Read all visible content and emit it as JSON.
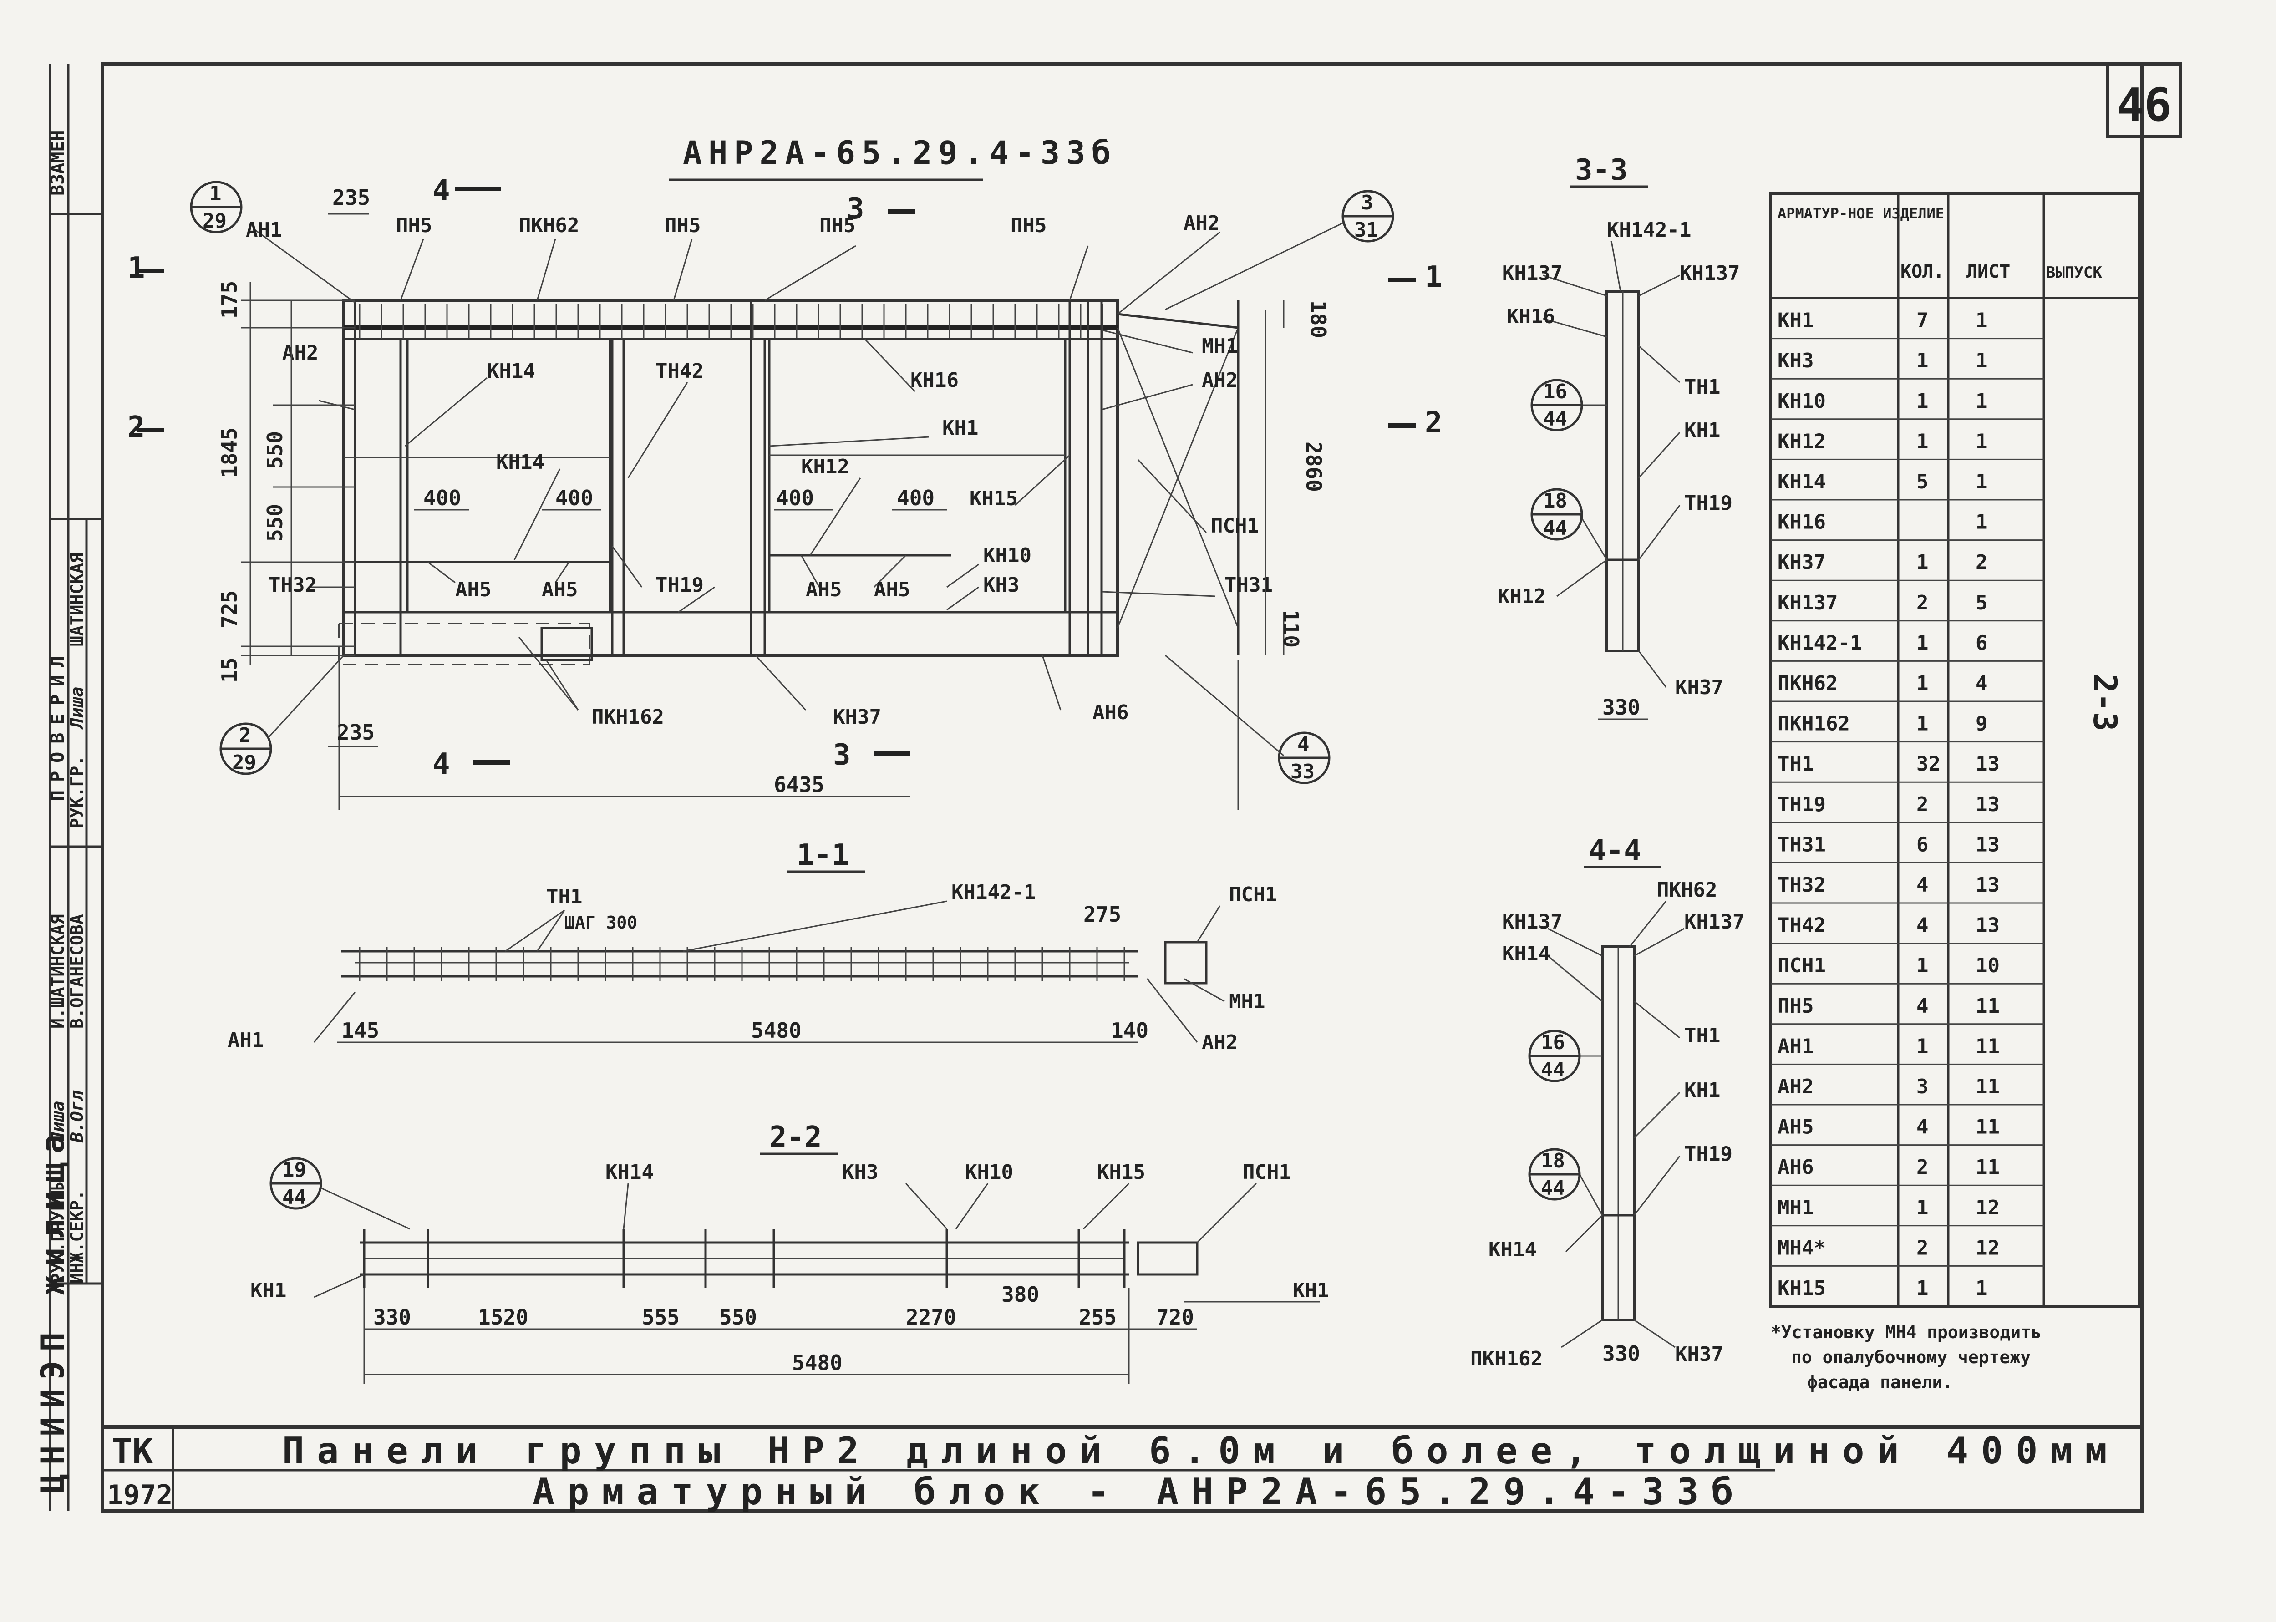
{
  "sheet": {
    "page_number": "46",
    "mark": "АНР2А-65.29.4-33б",
    "side_mark": "2-3",
    "tk": "ТК",
    "year": "1972",
    "title_line1": "Панели группы НР2 длиной 6.0м и более, толщиной 400мм",
    "title_line2": "Арматурный блок - АНР2А-65.29.4-33б",
    "institute": "ЦНИИЭП жилища",
    "stamp_zamen": "ВЗАМЕН",
    "stamp_proveria": "ПРОВЕРИЛ",
    "stamp_rows": [
      {
        "role": "РУК.ГРУППЫ",
        "sign": "Лиша",
        "name": "И.ШАТИНСКАЯ"
      },
      {
        "role": "ИНЖ.СЕКР.",
        "sign": "В.Огл",
        "name": "В.ОГАНЕСОВА"
      },
      {
        "role": "РУК.ГР.",
        "sign": "Лиша",
        "name": "ШАТИНСКАЯ"
      }
    ]
  },
  "callouts": {
    "c1": {
      "top": "1",
      "bottom": "29"
    },
    "c2": {
      "top": "2",
      "bottom": "29"
    },
    "c3": {
      "top": "3",
      "bottom": "31"
    },
    "c4": {
      "top": "4",
      "bottom": "33"
    },
    "c16a": {
      "top": "16",
      "bottom": "44"
    },
    "c18a": {
      "top": "18",
      "bottom": "44"
    },
    "c16b": {
      "top": "16",
      "bottom": "44"
    },
    "c18b": {
      "top": "18",
      "bottom": "44"
    },
    "c19": {
      "top": "19",
      "bottom": "44"
    }
  },
  "elevation": {
    "labels": {
      "an1": "АН1",
      "pn5a": "ПН5",
      "pkn62": "ПКН62",
      "pn5b": "ПН5",
      "pn5c": "ПН5",
      "pn5d": "ПН5",
      "an2a": "АН2",
      "an2b": "АН2",
      "an2c": "АН2",
      "kn14a": "КН14",
      "kn14b": "КН14",
      "tn42": "ТН42",
      "kn16": "КН16",
      "kn1": "КН1",
      "mn1": "МН1",
      "kn12": "КН12",
      "kn15": "КН15",
      "psn1": "ПСН1",
      "kn10": "КН10",
      "kn3": "КН3",
      "tn31": "ТН31",
      "tn32": "ТН32",
      "an5a": "АН5",
      "an5b": "АН5",
      "an5c": "АН5",
      "an5d": "АН5",
      "tn19": "ТН19",
      "pkn162": "ПКН162",
      "kn37": "КН37",
      "an6": "АН6"
    },
    "dims": {
      "d235a": "235",
      "d175": "175",
      "d1845": "1845",
      "d550a": "550",
      "d550b": "550",
      "d725": "725",
      "d15": "15",
      "d400a": "400",
      "d400b": "400",
      "d400c": "400",
      "d400d": "400",
      "d180": "180",
      "d2860": "2860",
      "d110": "110",
      "d235b": "235",
      "d6435": "6435"
    },
    "cuts": {
      "c1": "1",
      "c2": "2",
      "c3top": "3",
      "c4top": "4",
      "c1r": "1",
      "c2r": "2",
      "c4bot": "4",
      "c3bot": "3"
    }
  },
  "sec33": {
    "title": "3-3",
    "labels": {
      "kn142": "КН142-1",
      "kn137a": "КН137",
      "kn137b": "КН137",
      "kn16": "КН16",
      "tn1": "ТН1",
      "kn1": "КН1",
      "tn19": "ТН19",
      "kn12": "КН12",
      "kn37": "КН37"
    },
    "dims": {
      "d330": "330"
    }
  },
  "sec44": {
    "title": "4-4",
    "labels": {
      "pkn62": "ПКН62",
      "kn137a": "КН137",
      "kn137b": "КН137",
      "kn14a": "КН14",
      "tn1": "ТН1",
      "kn1": "КН1",
      "tn19": "ТН19",
      "kn14b": "КН14",
      "pkn162": "ПКН162",
      "kn37": "КН37"
    },
    "dims": {
      "d330": "330"
    }
  },
  "sec11": {
    "title": "1-1",
    "labels": {
      "tn1": "ТН1",
      "step": "ШАГ 300",
      "kn142": "КН142-1",
      "psn1": "ПСН1",
      "mn1": "МН1",
      "an1": "АН1",
      "an2": "АН2"
    },
    "dims": {
      "d275": "275",
      "d145": "145",
      "d5480": "5480",
      "d140": "140"
    }
  },
  "sec22": {
    "title": "2-2",
    "labels": {
      "kn14": "КН14",
      "kn3": "КН3",
      "kn10": "КН10",
      "kn15": "КН15",
      "psn1": "ПСН1",
      "kn1a": "КН1",
      "kn1b": "КН1"
    },
    "dims": {
      "d330": "330",
      "d1520": "1520",
      "d555": "555",
      "d550": "550",
      "d2270": "2270",
      "d380": "380",
      "d255": "255",
      "d720": "720",
      "d5480": "5480"
    }
  },
  "table": {
    "headers": [
      "АРМАТУР-НОЕ ИЗДЕЛИЕ",
      "КОЛ.",
      "ЛИСТ",
      "ВЫПУСК"
    ],
    "rows": [
      [
        "КН1",
        "7",
        "1"
      ],
      [
        "КН3",
        "1",
        "1"
      ],
      [
        "КН10",
        "1",
        "1"
      ],
      [
        "КН12",
        "1",
        "1"
      ],
      [
        "КН14",
        "5",
        "1"
      ],
      [
        "КН16",
        "",
        "1"
      ],
      [
        "КН37",
        "1",
        "2"
      ],
      [
        "КН137",
        "2",
        "5"
      ],
      [
        "КН142-1",
        "1",
        "6"
      ],
      [
        "ПКН62",
        "1",
        "4"
      ],
      [
        "ПКН162",
        "1",
        "9"
      ],
      [
        "ТН1",
        "32",
        "13"
      ],
      [
        "ТН19",
        "2",
        "13"
      ],
      [
        "ТН31",
        "6",
        "13"
      ],
      [
        "ТН32",
        "4",
        "13"
      ],
      [
        "ТН42",
        "4",
        "13"
      ],
      [
        "ПСН1",
        "1",
        "10"
      ],
      [
        "ПН5",
        "4",
        "11"
      ],
      [
        "АН1",
        "1",
        "11"
      ],
      [
        "АН2",
        "3",
        "11"
      ],
      [
        "АН5",
        "4",
        "11"
      ],
      [
        "АН6",
        "2",
        "11"
      ],
      [
        "МН1",
        "1",
        "12"
      ],
      [
        "МН4*",
        "2",
        "12"
      ],
      [
        "КН15",
        "1",
        "1"
      ]
    ],
    "footnote_1": "*Установку МН4 производить",
    "footnote_2": "по опалубочному чертежу",
    "footnote_3": "фасада панели."
  }
}
